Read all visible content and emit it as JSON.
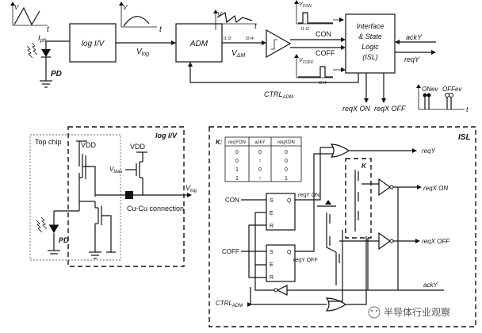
{
  "blocks": {
    "log_iv": "log I/V",
    "adm": "ADM",
    "isl_line1": "Interface",
    "isl_line2": "& State",
    "isl_line3": "Logic",
    "isl_line4": "(ISL)"
  },
  "signals": {
    "iph": "I",
    "iph_sub": "ph",
    "pd": "PD",
    "vlog": "V",
    "vlog_sub": "log",
    "vdm": "V",
    "vdm_sub": "ΔM",
    "con": "CON",
    "coff": "COFF",
    "ctrl": "CTRL",
    "ctrl_sub": "ADM",
    "ackY": "ackY",
    "reqY": "reqY",
    "reqX_on": "reqX ON",
    "reqX_off": "reqX OFF",
    "vcon": "V",
    "vcon_sub": "CON",
    "vcoff": "V",
    "vcoff_sub": "COFF",
    "onev": "ONev",
    "offev": "OFFev",
    "t": "t",
    "v": "V",
    "t1t2": "t1 t2",
    "t3t4": "t3 t4",
    "t1t2b": "t1 t2",
    "t3t4b": "t3 t4"
  },
  "pixel": {
    "top_chip": "Top chip",
    "log_iv": "log I/V",
    "vdd1": "VDD",
    "vdd2": "VDD",
    "vbias": "V",
    "vbias_sub": "bias",
    "vlog": "V",
    "vlog_sub": "log",
    "cucu": "Cu-Cu connection",
    "pd": "PD"
  },
  "isl": {
    "title": "ISL",
    "k_label": "K:",
    "table_headers": [
      "reqYON",
      "ackY",
      "reqXON"
    ],
    "table_rows": [
      [
        "0",
        "0",
        "0"
      ],
      [
        "0",
        "↑",
        "0"
      ],
      [
        "1",
        "0",
        "0"
      ],
      [
        "1",
        "↑",
        "1"
      ]
    ],
    "k_box": "K",
    "con": "CON",
    "coff": "COFF",
    "ctrl": "CTRL",
    "ctrl_sub": "ADM",
    "s1": "S",
    "q1": "Q",
    "e1": "E",
    "r1": "R",
    "s2": "S",
    "q2": "Q",
    "e2": "E",
    "r2": "R",
    "reqY_on": "reqY ON",
    "reqY_off": "reqY OFF",
    "out_reqY": "reqY",
    "out_reqX_on": "reqX ON",
    "out_reqX_off": "reqX OFF",
    "ackY": "ackY"
  },
  "watermark": "半导体行业观察"
}
